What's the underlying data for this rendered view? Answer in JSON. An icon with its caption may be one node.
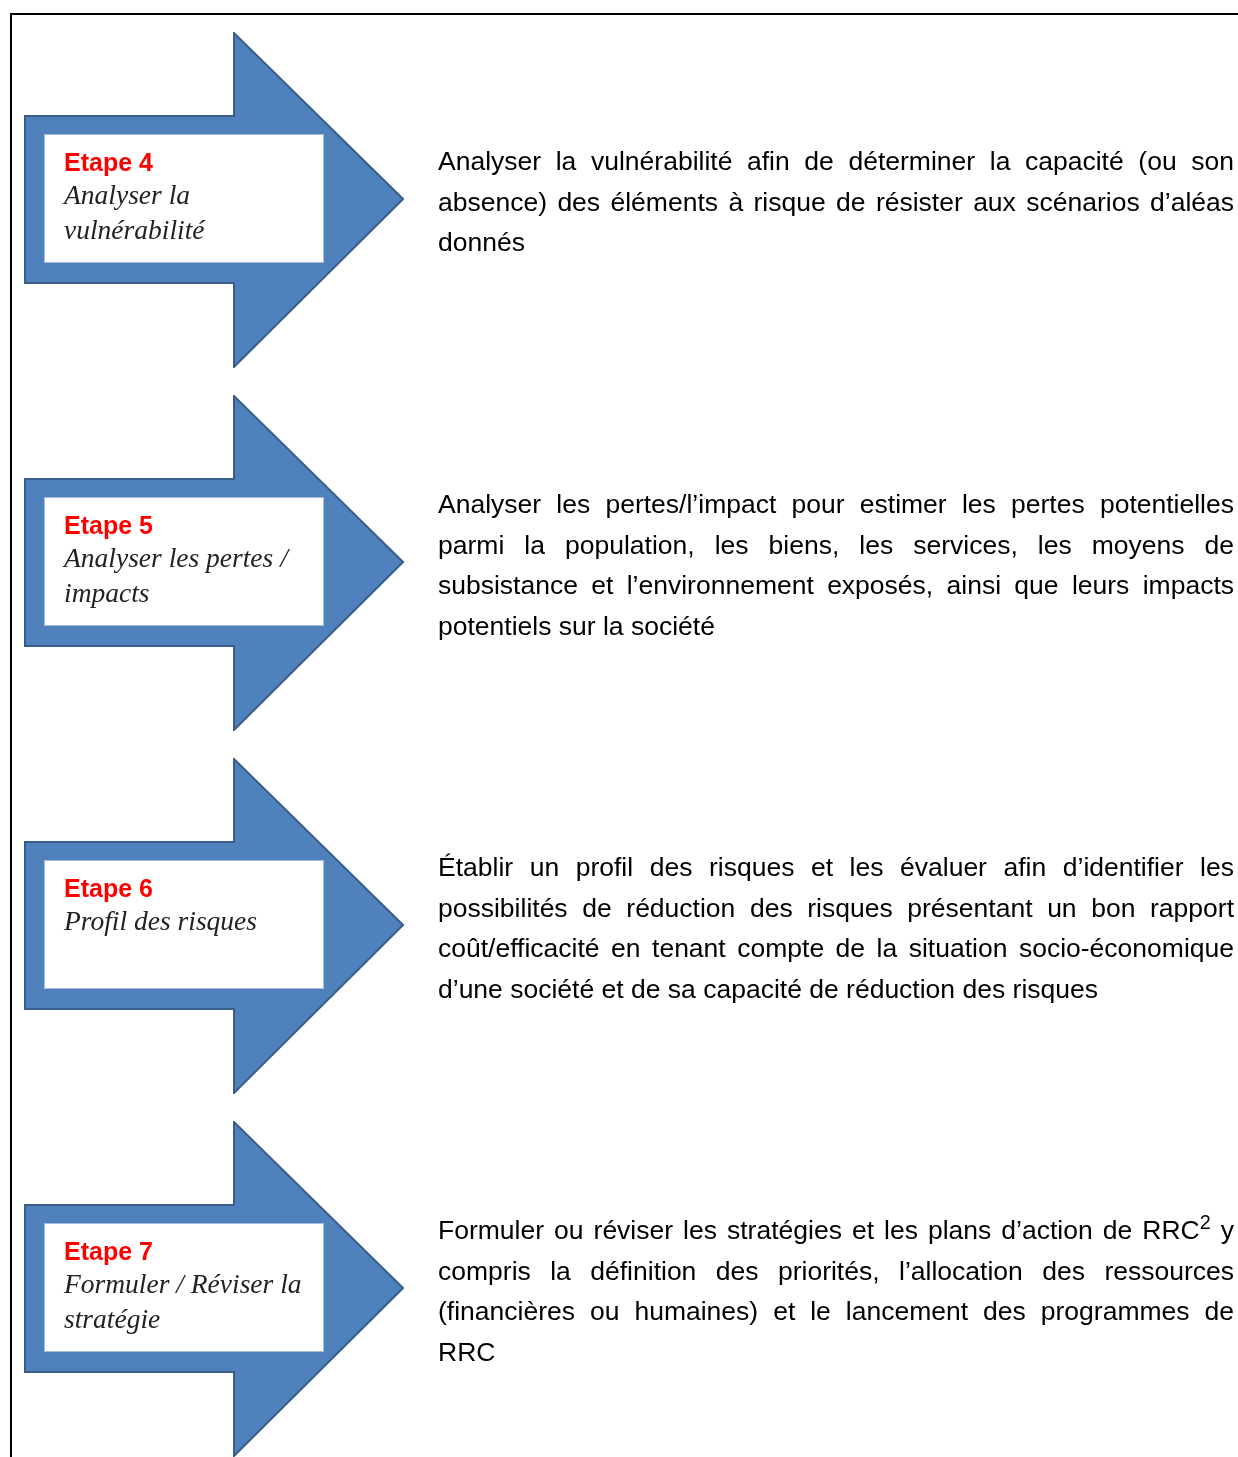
{
  "diagram": {
    "nodes": [
      {
        "text": [
          "Etape 4",
          "Analyser la vulnérabilité"
        ],
        "beside": [
          "Analyser la vulnérabilité afin de déterminer la capacité (ou son absence) des éléments à risque de résister aux scénarios d’aléas donnés"
        ]
      },
      {
        "text": [
          "Etape 5",
          "Analyser les pertes / impacts"
        ],
        "beside": [
          "Analyser les pertes/l’impact pour estimer les pertes potentielles parmi la population, les biens, les services, les moyens de subsistance et l’environnement exposés, ainsi que leurs impacts potentiels sur la société"
        ]
      },
      {
        "text": [
          "Etape 6",
          "Profil des risques"
        ],
        "beside": [
          "Établir un profil des risques et les évaluer afin d’identifier les possibilités de réduction des risques présentant un bon rapport coût/efficacité en tenant compte de la situation socio-économique d’une société et de sa capacité de réduction des risques"
        ]
      },
      {
        "text": [
          "Etape 7",
          "Formuler / Réviser la stratégie"
        ],
        "beside": [
          "Formuler ou réviser les stratégies et les plans d’action de RRC$^{2}$ y compris la définition des priorités, l’allocation des ressources (financières ou humaines) et le lancement des programmes de RRC"
        ]
      }
    ]
  }
}
